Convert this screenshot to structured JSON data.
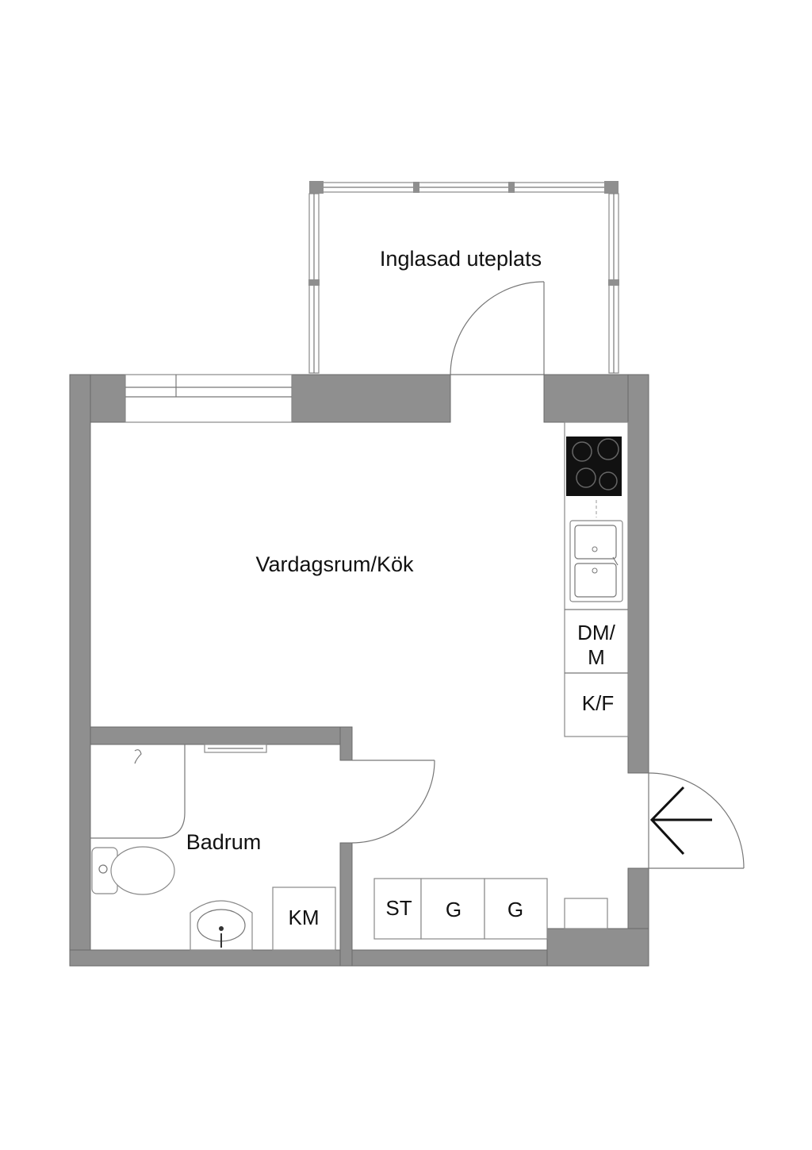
{
  "rooms": {
    "glazed_patio": "Inglasad uteplats",
    "living_kitchen": "Vardagsrum/Kök",
    "bathroom": "Badrum"
  },
  "fixtures": {
    "dishwasher_microwave_line1": "DM/",
    "dishwasher_microwave_line2": "M",
    "fridge_freezer": "K/F",
    "washing_machine": "KM",
    "storage": "ST",
    "wardrobe_1": "G",
    "wardrobe_2": "G"
  },
  "colors": {
    "wall": "#8f8f8f",
    "line": "#777777",
    "stove": "#111111",
    "background": "#ffffff"
  }
}
